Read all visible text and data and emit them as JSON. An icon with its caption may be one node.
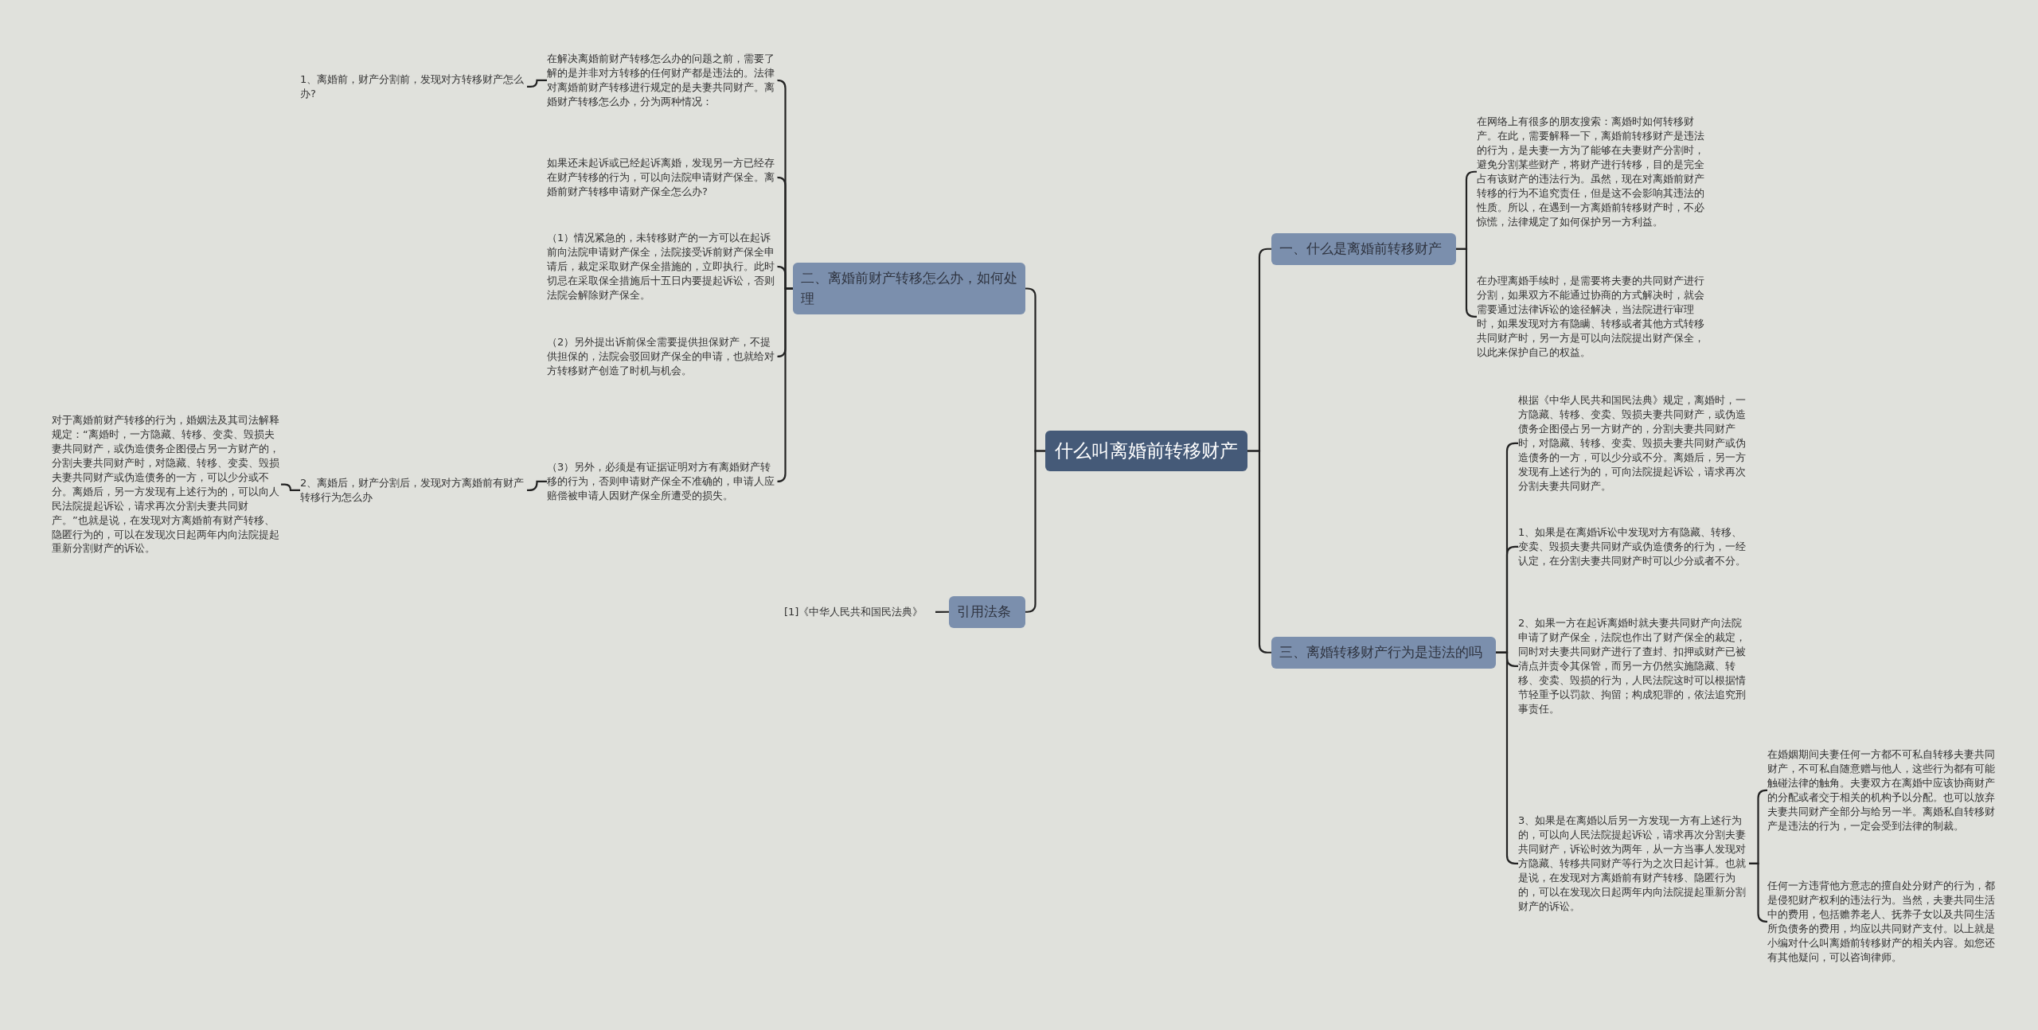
{
  "diagram": {
    "nodes": [
      {
        "text": [
          "什么叫离婚前转移财产"
        ]
      },
      {
        "text": [
          "一、什么是离婚前转移财产"
        ]
      },
      {
        "text": [
          "在网络上有很多的朋友搜索：离婚时如何转移财产。在此，需要解释一下，离婚前转移财产是违法的行为，是夫妻一方为了能够在夫妻财产分割时，避免分割某些财产，将财产进行转移，目的是完全占有该财产的违法行为。虽然，现在对离婚前财产转移的行为不追究责任，但是这不会影响其违法的性质。所以，在遇到一方离婚前转移财产时，不必惊慌，法律规定了如何保护另一方利益。"
        ]
      },
      {
        "text": [
          "在办理离婚手续时，是需要将夫妻的共同财产进行分割，如果双方不能通过协商的方式解决时，就会需要通过法律诉讼的途径解决，当法院进行审理时，如果发现对方有隐瞒、转移或者其他方式转移共同财产时，另一方是可以向法院提出财产保全，以此来保护自己的权益。"
        ]
      },
      {
        "text": [
          "三、离婚转移财产行为是违法的吗"
        ]
      },
      {
        "text": [
          "根据《中华人民共和国民法典》规定，离婚时，一方隐藏、转移、变卖、毁损夫妻共同财产，或伪造债务企图侵占另一方财产的，分割夫妻共同财产时，对隐藏、转移、变卖、毁损夫妻共同财产或伪造债务的一方，可以少分或不分。离婚后，另一方发现有上述行为的，可向法院提起诉讼，请求再次分割夫妻共同财产。"
        ]
      },
      {
        "text": [
          "1、如果是在离婚诉讼中发现对方有隐藏、转移、变卖、毁损夫妻共同财产或伪造债务的行为，一经认定，在分割夫妻共同财产时可以少分或者不分。"
        ]
      },
      {
        "text": [
          "2、如果一方在起诉离婚时就夫妻共同财产向法院申请了财产保全，法院也作出了财产保全的裁定，同时对夫妻共同财产进行了查封、扣押或财产已被清点并责令其保管，而另一方仍然实施隐藏、转移、变卖、毁损的行为，人民法院这时可以根据情节轻重予以罚款、拘留；构成犯罪的，依法追究刑事责任。"
        ]
      },
      {
        "text": [
          "3、如果是在离婚以后另一方发现一方有上述行为的，可以向人民法院提起诉讼，请求再次分割夫妻共同财产，诉讼时效为两年，从一方当事人发现对方隐藏、转移共同财产等行为之次日起计算。也就是说，在发现对方离婚前有财产转移、隐匿行为的，可以在发现次日起两年内向法院提起重新分割财产的诉讼。"
        ]
      },
      {
        "text": [
          "在婚姻期间夫妻任何一方都不可私自转移夫妻共同财产，不可私自随意赠与他人，这些行为都有可能触碰法律的触角。夫妻双方在离婚中应该协商财产的分配或者交于相关的机构予以分配。也可以放弃夫妻共同财产全部分与给另一半。离婚私自转移财产是违法的行为，一定会受到法律的制裁。"
        ]
      },
      {
        "text": [
          "任何一方违背他方意志的擅自处分财产的行为，都是侵犯财产权利的违法行为。当然，夫妻共同生活中的费用，包括赡养老人、抚养子女以及共同生活所负债务的费用，均应以共同财产支付。以上就是小编对什么叫离婚前转移财产的相关内容。如您还有其他疑问，可以咨询律师。"
        ]
      },
      {
        "text": [
          "二、离婚前财产转移怎么办，如何处理"
        ]
      },
      {
        "text": [
          "在解决离婚前财产转移怎么办的问题之前，需要了解的是并非对方转移的任何财产都是违法的。法律对离婚前财产转移进行规定的是夫妻共同财产。离婚财产转移怎么办，分为两种情况："
        ]
      },
      {
        "text": [
          "1、离婚前，财产分割前，发现对方转移财产怎么办?"
        ]
      },
      {
        "text": [
          "如果还未起诉或已经起诉离婚，发现另一方已经存在财产转移的行为，可以向法院申请财产保全。离婚前财产转移申请财产保全怎么办?"
        ]
      },
      {
        "text": [
          "（1）情况紧急的，未转移财产的一方可以在起诉前向法院申请财产保全，法院接受诉前财产保全申请后，裁定采取财产保全措施的，立即执行。此时切忌在采取保全措施后十五日内要提起诉讼，否则法院会解除财产保全。"
        ]
      },
      {
        "text": [
          "（2）另外提出诉前保全需要提供担保财产，不提供担保的，法院会驳回财产保全的申请，也就给对方转移财产创造了时机与机会。"
        ]
      },
      {
        "text": [
          "（3）另外，必须是有证据证明对方有离婚财产转移的行为，否则申请财产保全不准确的，申请人应赔偿被申请人因财产保全所遭受的损失。"
        ]
      },
      {
        "text": [
          "2、离婚后，财产分割后，发现对方离婚前有财产转移行为怎么办"
        ]
      },
      {
        "text": [
          "对于离婚前财产转移的行为，婚姻法及其司法解释规定：“离婚时，一方隐藏、转移、变卖、毁损夫妻共同财产，或伪造债务企图侵占另一方财产的，分割夫妻共同财产时，对隐藏、转移、变卖、毁损夫妻共同财产或伪造债务的一方，可以少分或不分。离婚后，另一方发现有上述行为的，可以向人民法院提起诉讼，请求再次分割夫妻共同财产。”也就是说，在发现对方离婚前有财产转移、隐匿行为的，可以在发现次日起两年内向法院提起重新分割财产的诉讼。"
        ]
      },
      {
        "text": [
          "引用法条"
        ]
      },
      {
        "text": [
          "[1]《中华人民共和国民法典》"
        ]
      }
    ],
    "edges": [
      {
        "from": 0,
        "to": 1,
        "arrow": "none"
      },
      {
        "from": 1,
        "to": 2,
        "arrow": "none"
      },
      {
        "from": 1,
        "to": 3,
        "arrow": "none"
      },
      {
        "from": 0,
        "to": 4,
        "arrow": "none"
      },
      {
        "from": 4,
        "to": 5,
        "arrow": "none"
      },
      {
        "from": 4,
        "to": 6,
        "arrow": "none"
      },
      {
        "from": 4,
        "to": 7,
        "arrow": "none"
      },
      {
        "from": 4,
        "to": 8,
        "arrow": "none"
      },
      {
        "from": 8,
        "to": 9,
        "arrow": "none"
      },
      {
        "from": 8,
        "to": 10,
        "arrow": "none"
      },
      {
        "from": 0,
        "to": 11,
        "arrow": "none"
      },
      {
        "from": 11,
        "to": 12,
        "arrow": "none"
      },
      {
        "from": 12,
        "to": 13,
        "arrow": "none"
      },
      {
        "from": 11,
        "to": 14,
        "arrow": "none"
      },
      {
        "from": 11,
        "to": 15,
        "arrow": "none"
      },
      {
        "from": 11,
        "to": 16,
        "arrow": "none"
      },
      {
        "from": 11,
        "to": 17,
        "arrow": "none"
      },
      {
        "from": 17,
        "to": 18,
        "arrow": "none"
      },
      {
        "from": 18,
        "to": 19,
        "arrow": "none"
      },
      {
        "from": 0,
        "to": 20,
        "arrow": "none"
      },
      {
        "from": 20,
        "to": 21,
        "arrow": "none"
      }
    ]
  }
}
